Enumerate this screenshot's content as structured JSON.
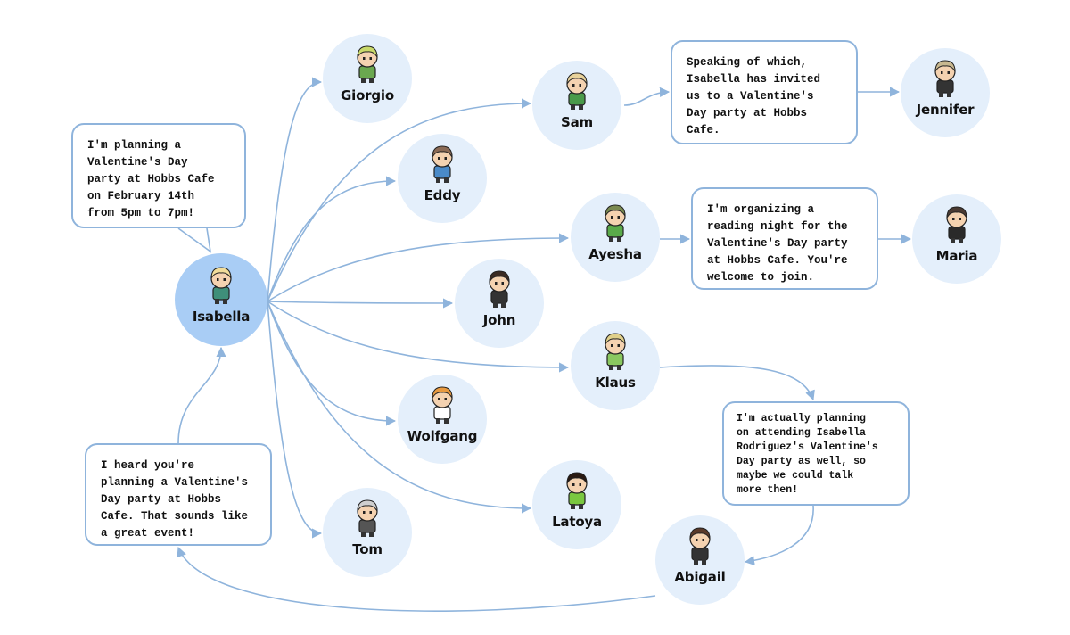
{
  "colors": {
    "edge": "#8fb4dc",
    "node": "#e4effb",
    "center_node": "#a9cdf5"
  },
  "nodes": [
    {
      "id": "isabella",
      "name": "Isabella"
    },
    {
      "id": "giorgio",
      "name": "Giorgio"
    },
    {
      "id": "eddy",
      "name": "Eddy"
    },
    {
      "id": "sam",
      "name": "Sam"
    },
    {
      "id": "ayesha",
      "name": "Ayesha"
    },
    {
      "id": "john",
      "name": "John"
    },
    {
      "id": "klaus",
      "name": "Klaus"
    },
    {
      "id": "wolfgang",
      "name": "Wolfgang"
    },
    {
      "id": "latoya",
      "name": "Latoya"
    },
    {
      "id": "tom",
      "name": "Tom"
    },
    {
      "id": "abigail",
      "name": "Abigail"
    },
    {
      "id": "jennifer",
      "name": "Jennifer"
    },
    {
      "id": "maria",
      "name": "Maria"
    }
  ],
  "messages": [
    {
      "id": "isabella",
      "lines": [
        "I'm planning a",
        "Valentine's Day",
        "party at Hobbs Cafe",
        "on February 14th",
        "from 5pm to 7pm!"
      ]
    },
    {
      "id": "sam",
      "lines": [
        "Speaking of which,",
        "Isabella has invited",
        "us to a Valentine's",
        "Day party at Hobbs",
        "Cafe."
      ]
    },
    {
      "id": "ayesha",
      "lines": [
        "I'm organizing a",
        "reading night for the",
        "Valentine's Day party",
        "at Hobbs Cafe. You're",
        "welcome to join."
      ]
    },
    {
      "id": "klaus",
      "lines": [
        "I'm actually planning",
        "on attending Isabella",
        "Rodriguez's Valentine's",
        "Day party as well, so",
        "maybe we could talk",
        "more then!"
      ]
    },
    {
      "id": "abigail",
      "lines": [
        "I heard you're",
        "planning a Valentine's",
        "Day party at Hobbs",
        "Cafe. That sounds like",
        "a great event!"
      ]
    }
  ]
}
